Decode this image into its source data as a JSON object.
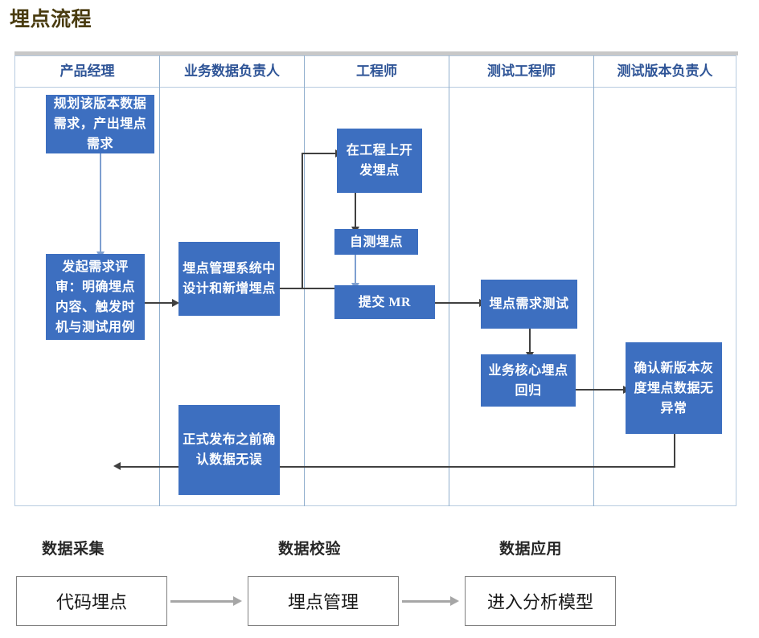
{
  "title": "埋点流程",
  "swimlane": {
    "lanes": [
      {
        "name": "产品经理"
      },
      {
        "name": "业务数据负责人"
      },
      {
        "name": "工程师"
      },
      {
        "name": "测试工程师"
      },
      {
        "name": "测试版本负责人"
      }
    ],
    "boxes": [
      {
        "id": "plan-requirements",
        "lane": "产品经理",
        "text": "规划该版本数据需求，产出埋点需求"
      },
      {
        "id": "requirement-review",
        "lane": "产品经理",
        "text": "发起需求评审：明确埋点内容、触发时机与测试用例"
      },
      {
        "id": "design-tracking",
        "lane": "业务数据负责人",
        "text": "埋点管理系统中设计和新增埋点"
      },
      {
        "id": "confirm-before-release",
        "lane": "业务数据负责人",
        "text": "正式发布之前确认数据无误"
      },
      {
        "id": "develop-tracking",
        "lane": "工程师",
        "text": "在工程上开发埋点"
      },
      {
        "id": "self-test-tracking",
        "lane": "工程师",
        "text": "自测埋点"
      },
      {
        "id": "submit-mr",
        "lane": "工程师",
        "text": "提交 MR"
      },
      {
        "id": "tracking-requirement-test",
        "lane": "测试工程师",
        "text": "埋点需求测试"
      },
      {
        "id": "core-business-regression",
        "lane": "测试工程师",
        "text": "业务核心埋点回归"
      },
      {
        "id": "verify-gray-release",
        "lane": "测试版本负责人",
        "text": "确认新版本灰度埋点数据无异常"
      }
    ]
  },
  "pipeline": {
    "stages": [
      {
        "label": "数据采集",
        "box": "代码埋点"
      },
      {
        "label": "数据校验",
        "box": "埋点管理"
      },
      {
        "label": "数据应用",
        "box": "进入分析模型"
      }
    ]
  },
  "colors": {
    "box_fill": "#3d6fc0",
    "lane_header_text": "#2f5597",
    "title_text": "#4a3c10",
    "connector": "#404040",
    "pipeline_arrow": "#a6a6a6"
  }
}
